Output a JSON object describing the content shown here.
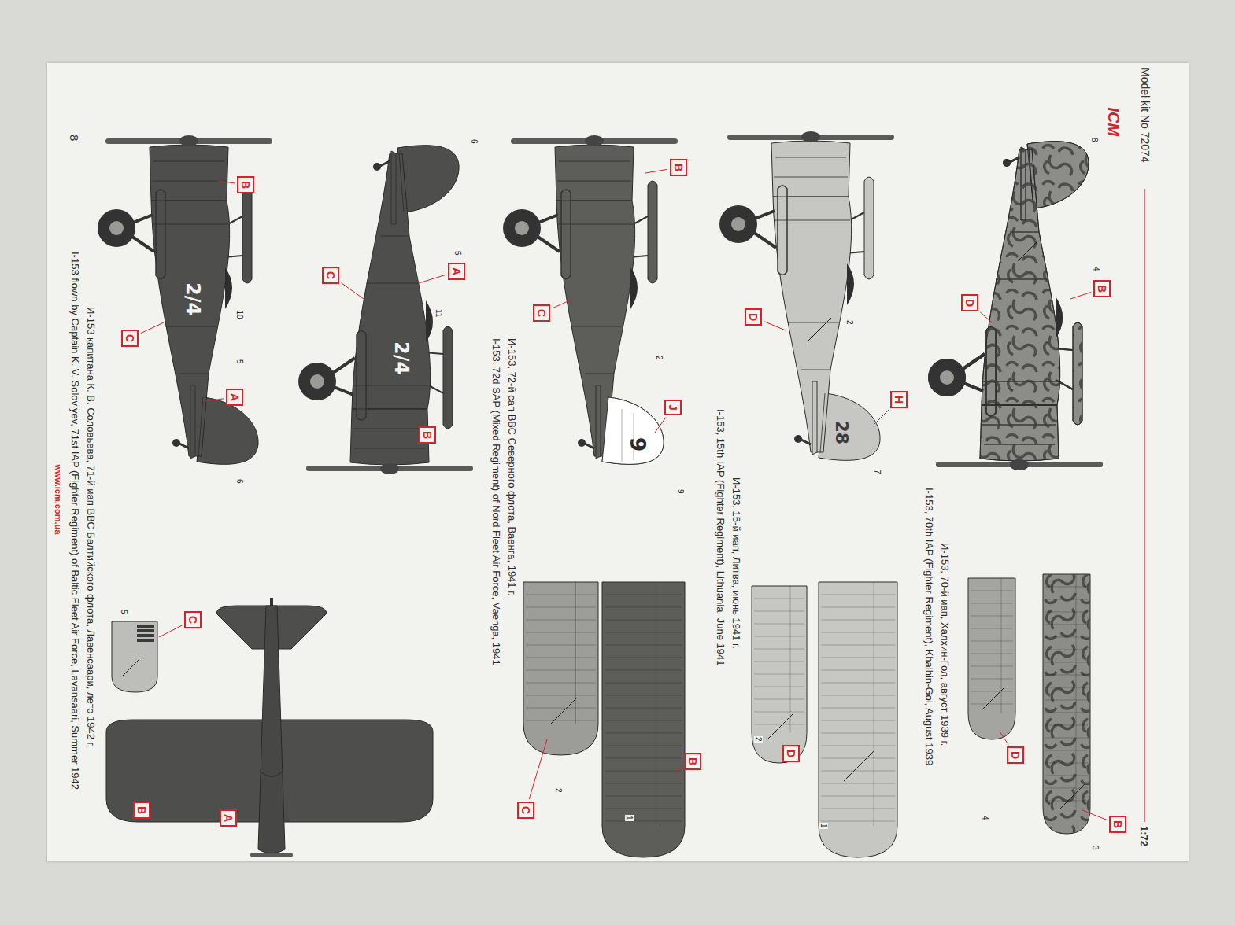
{
  "diagram": {
    "title": "Model kit No 72074",
    "nodes": [
      {
        "text": [
          "B"
        ]
      },
      {
        "text": [
          "D"
        ]
      },
      {
        "text": [
          "D"
        ]
      },
      {
        "text": [
          "B"
        ]
      },
      {
        "text": [
          "D"
        ]
      },
      {
        "text": [
          "H"
        ]
      },
      {
        "text": [
          "D"
        ]
      },
      {
        "text": [
          "B"
        ]
      },
      {
        "text": [
          "C"
        ]
      },
      {
        "text": [
          "J"
        ]
      },
      {
        "text": [
          "B"
        ]
      },
      {
        "text": [
          "C"
        ]
      },
      {
        "text": [
          "A"
        ]
      },
      {
        "text": [
          "C"
        ]
      },
      {
        "text": [
          "B"
        ]
      },
      {
        "text": [
          "B"
        ]
      },
      {
        "text": [
          "C"
        ]
      },
      {
        "text": [
          "A"
        ]
      },
      {
        "text": [
          "C"
        ]
      },
      {
        "text": [
          "B"
        ]
      },
      {
        "text": [
          "A"
        ]
      }
    ],
    "labels": [
      "ICM",
      "1:72",
      "И-153, 70-й иап, Халхин-Гол, август 1939 г.",
      "I-153, 70th IAP (Fighter Regiment), Khalhin-Gol, August 1939",
      "И-153, 15-й иап, Литва, июнь 1941 г.",
      "I-153, 15th IAP (Fighter Regiment), Lithuania, June 1941",
      "И-153, 72-й сап ВВС Северного флота, Ваенга, 1941 г.",
      "I-153, 72d SAP (Mixed Regiment) of Nord Fleet Air Force, Vaenga, 1941",
      "И-153 капитана К. В. Соловьева, 71-й иап ВВС Балтийского флота, Лавенсаари, лето 1942 г.",
      "I-153 flown by Captain K. V. Soloviyev, 71st IAP (Fighter Regiment) of Baltic Fleet Air Force, Lavansaari, Summer 1942",
      "8",
      "4",
      "4",
      "3",
      "2",
      "7",
      "2",
      "1",
      "2",
      "9",
      "2",
      "1",
      "6",
      "5",
      "11",
      "10",
      "5",
      "6",
      "5",
      "28",
      "9",
      "2/4",
      "2/4",
      "8",
      "www.icm.com.ua"
    ]
  }
}
